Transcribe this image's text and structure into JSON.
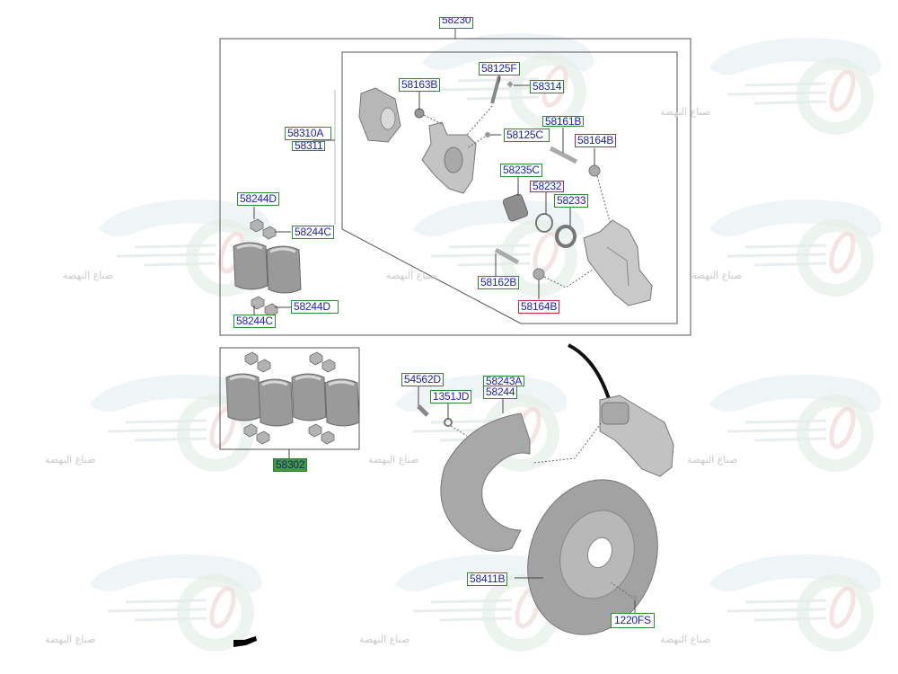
{
  "diagram": {
    "title": "Rear brake caliper & disc assembly parts diagram",
    "labels": {
      "assembly_top": "58230",
      "p58125F": "58125F",
      "p58314": "58314",
      "p58163B": "58163B",
      "p58310A": "58310A",
      "p58311": "58311",
      "p58161B": "58161B",
      "p58125C": "58125C",
      "p58164B_top": "58164B",
      "p58235C": "58235C",
      "p58232": "58232",
      "p58233": "58233",
      "p58244D_top": "58244D",
      "p58244C_right": "58244C",
      "p58244D_bottom": "58244D",
      "p58244C_bottom": "58244C",
      "p58162B": "58162B",
      "p58164B_bottom": "58164B",
      "pad_kit": "58302",
      "p54562D": "54562D",
      "p1351JD": "1351JD",
      "p58243A": "58243A",
      "p58244": "58244",
      "p58411B": "58411B",
      "p1220FS": "1220FS"
    },
    "label_colors": {
      "text": "#1b1fb8",
      "standard_border": "#2e8b2e",
      "highlight_border": "#d0213f",
      "filled_bg": "#3f9b3f"
    },
    "watermark": {
      "text": "صناع النهضة",
      "icon": "car-gear-logo-icon"
    },
    "direction_arrow_icon": "front-arrow-icon"
  }
}
